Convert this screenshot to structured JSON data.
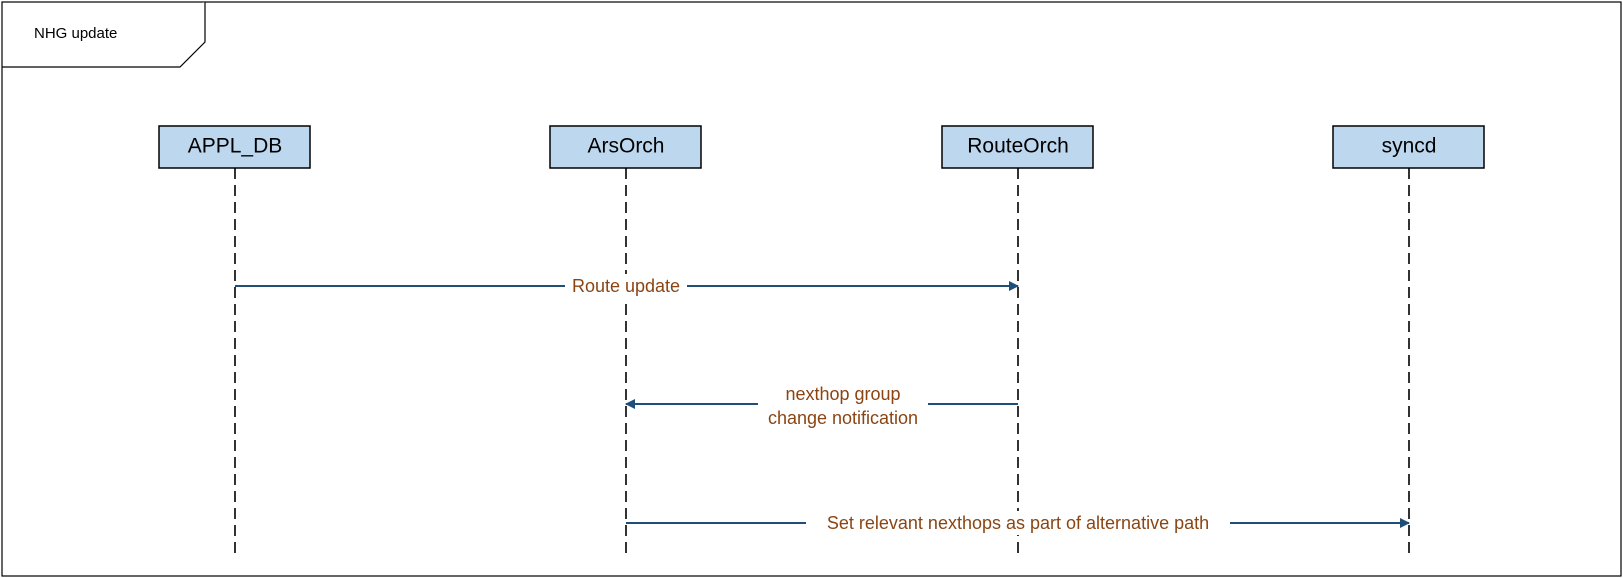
{
  "frame": {
    "label": "NHG update"
  },
  "participants": [
    {
      "id": "appl_db",
      "name": "APPL_DB"
    },
    {
      "id": "arsorch",
      "name": "ArsOrch"
    },
    {
      "id": "routeorch",
      "name": "RouteOrch"
    },
    {
      "id": "syncd",
      "name": "syncd"
    }
  ],
  "messages": [
    {
      "from": "APPL_DB",
      "to": "RouteOrch",
      "lines": [
        "Route update"
      ]
    },
    {
      "from": "RouteOrch",
      "to": "ArsOrch",
      "lines": [
        "nexthop group",
        "change notification"
      ]
    },
    {
      "from": "ArsOrch",
      "to": "syncd",
      "lines": [
        "Set relevant nexthops as part of alternative path"
      ]
    }
  ],
  "colors": {
    "participant_fill": "#bdd7ee",
    "arrow": "#1f4e79",
    "message_text": "#8b4513",
    "border": "#000000"
  }
}
